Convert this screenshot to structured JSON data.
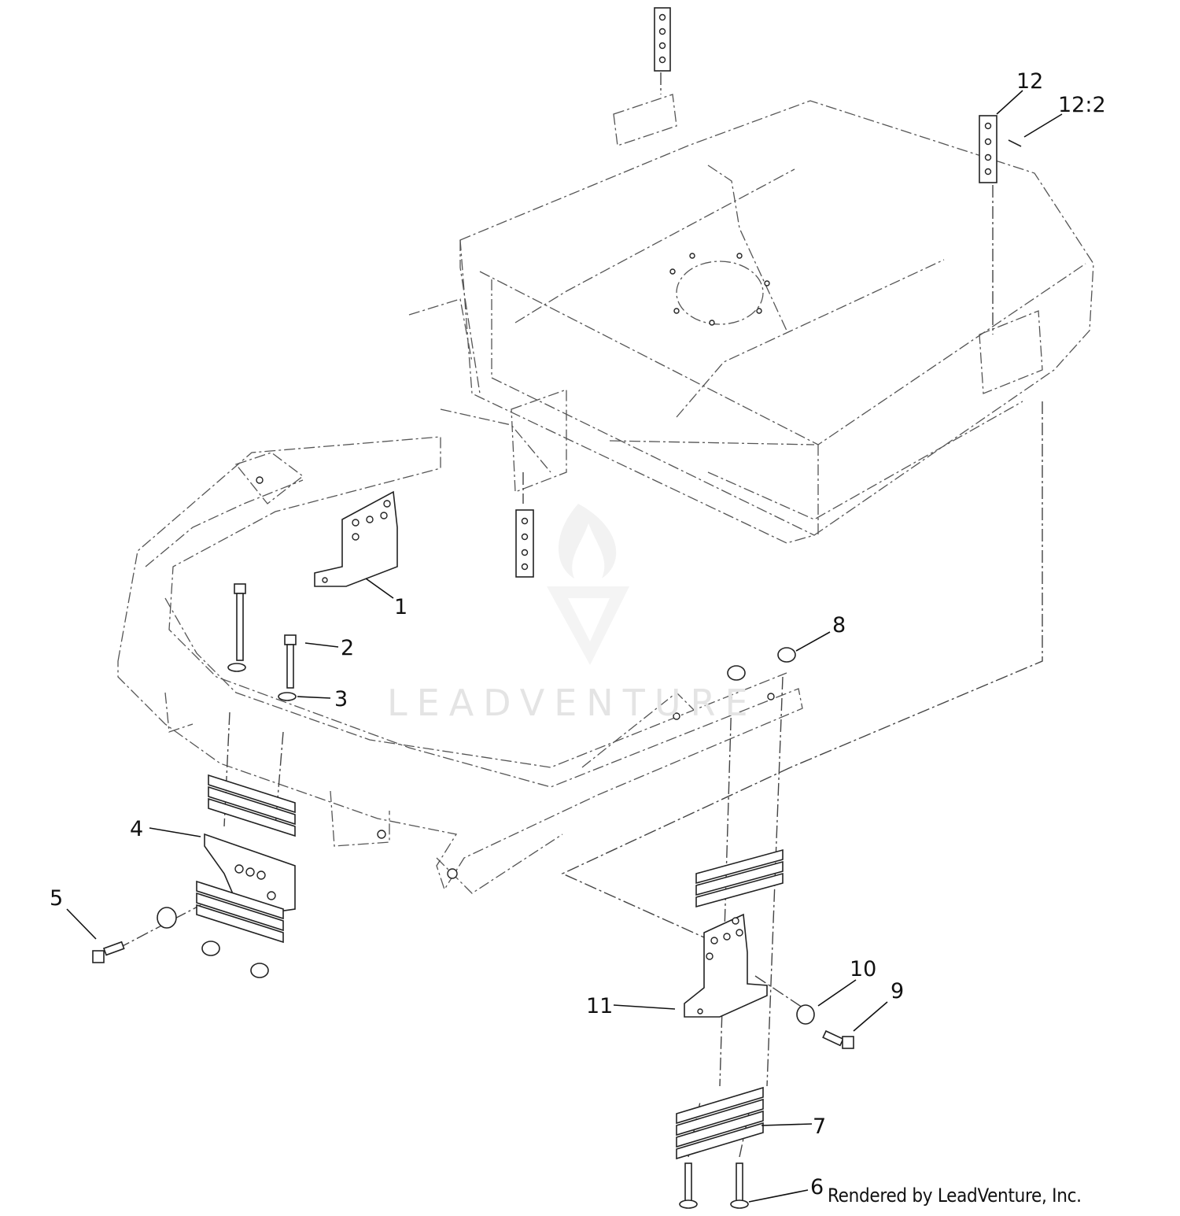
{
  "callouts": [
    {
      "id": "1",
      "label": "1"
    },
    {
      "id": "2",
      "label": "2"
    },
    {
      "id": "3",
      "label": "3"
    },
    {
      "id": "4",
      "label": "4"
    },
    {
      "id": "5",
      "label": "5"
    },
    {
      "id": "6",
      "label": "6"
    },
    {
      "id": "7",
      "label": "7"
    },
    {
      "id": "8",
      "label": "8"
    },
    {
      "id": "9",
      "label": "9"
    },
    {
      "id": "10",
      "label": "10"
    },
    {
      "id": "11",
      "label": "11"
    },
    {
      "id": "12",
      "label": "12"
    },
    {
      "id": "12:2",
      "label": "12:2"
    }
  ],
  "credit": "Rendered by LeadVenture, Inc.",
  "watermark": {
    "text": "LEADVENTURE",
    "color": "#e4e4e4"
  },
  "colors": {
    "ink": "#111111",
    "phantom": "#444444",
    "background": "#ffffff"
  }
}
